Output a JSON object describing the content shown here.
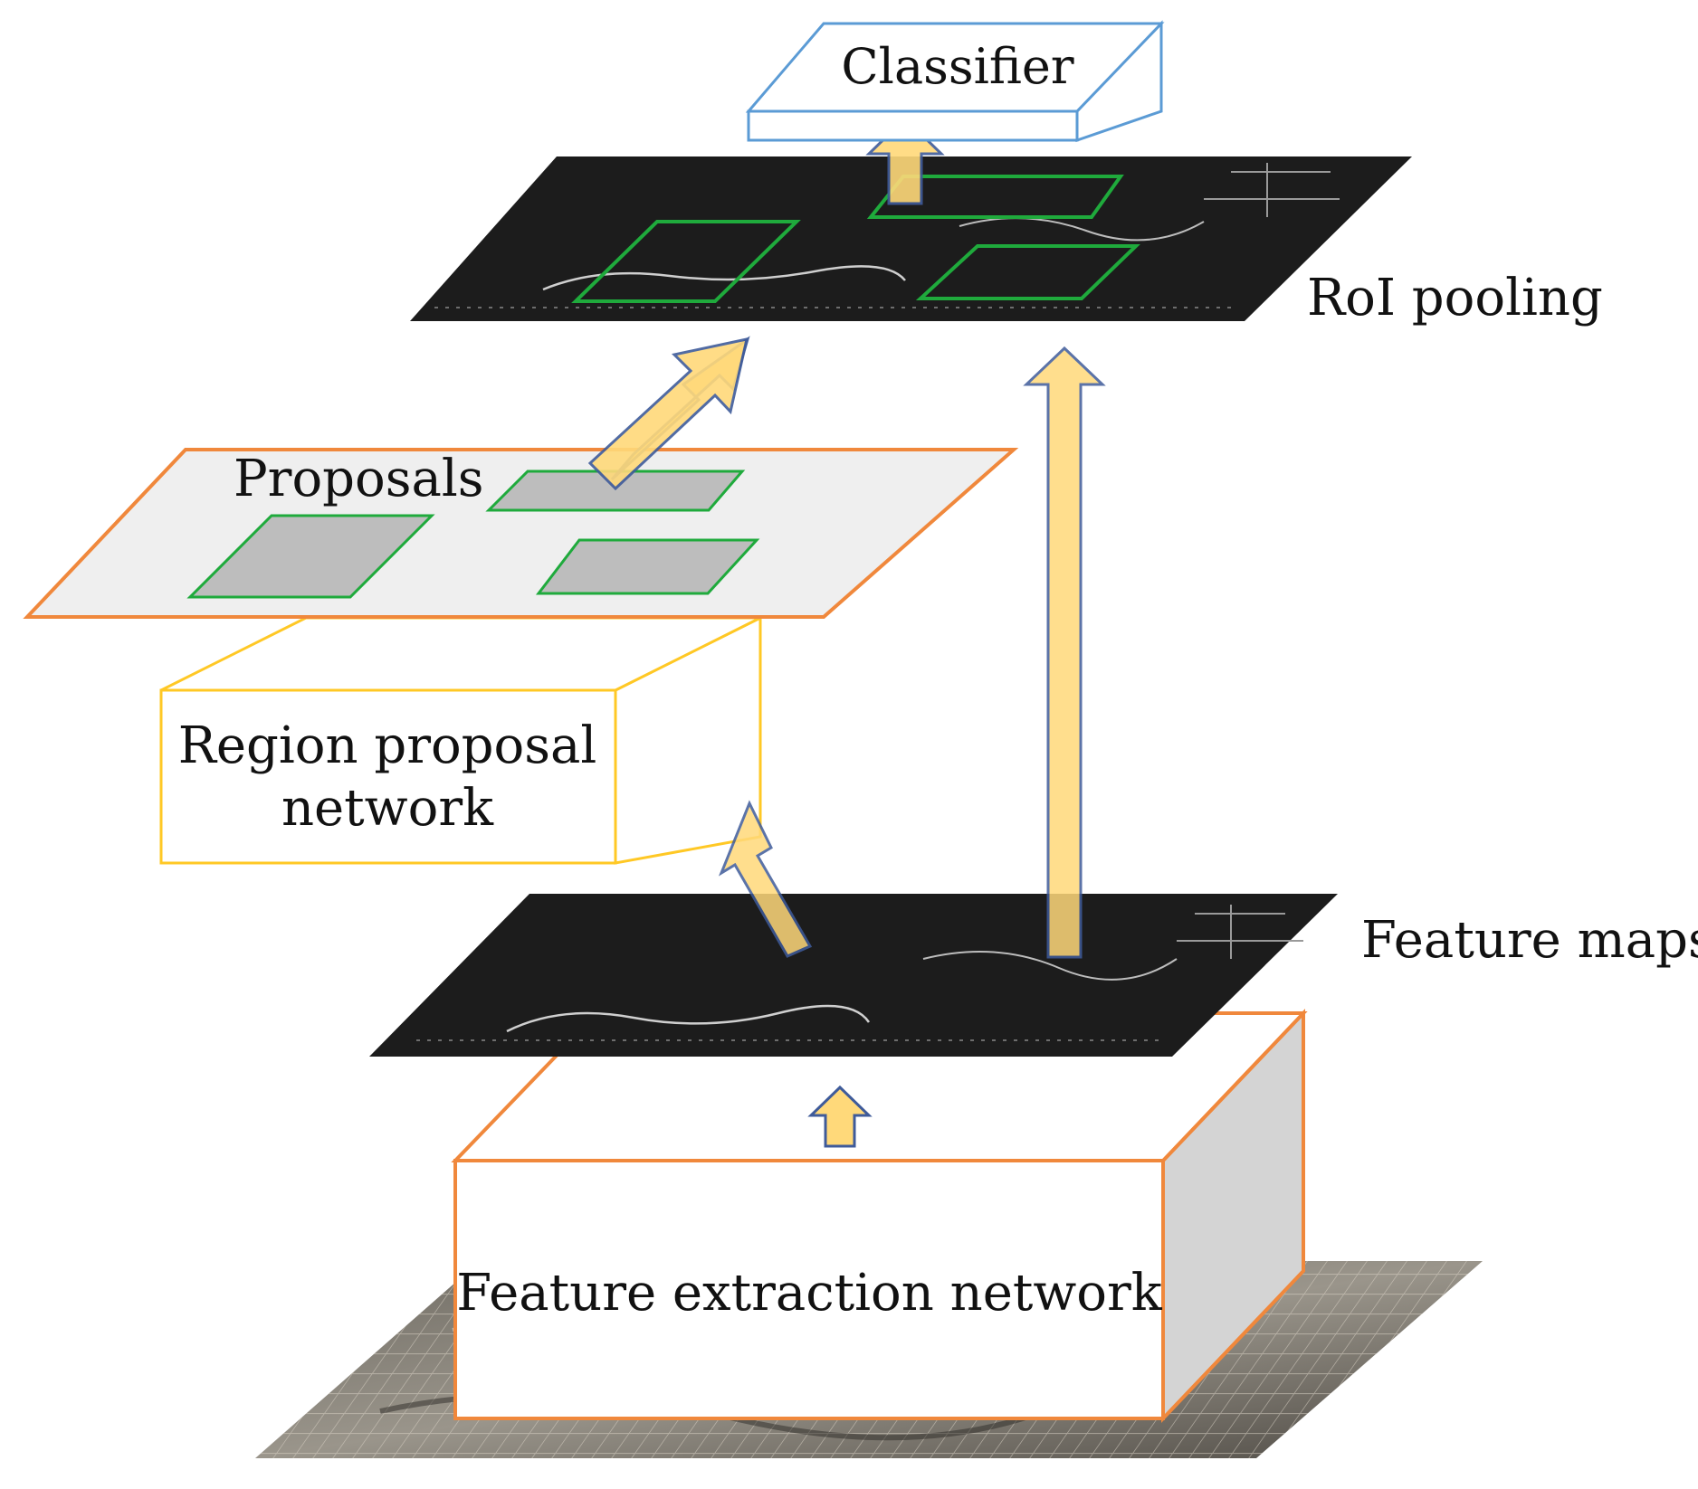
{
  "labels": {
    "classifier": "Classifier",
    "roi_pooling": "RoI pooling",
    "proposals": "Proposals",
    "rpn_line1": "Region proposal",
    "rpn_line2": "network",
    "feature_maps": "Feature maps",
    "feature_extraction": "Feature extraction network"
  },
  "colors": {
    "classifier_border": "#5b9bd5",
    "proposal_border": "#f0883c",
    "rpn_border": "#ffc825",
    "proposal_box_border": "#1faa3c",
    "proposal_box_fill": "#bdbdbd",
    "proposals_plane_fill": "#efefef",
    "feature_map_fill": "#1c1c1c",
    "arrow_fill": "#ffd97a",
    "arrow_border": "#3f5b9a",
    "extraction_border": "#f0883c",
    "extraction_side_fill": "#d4d4d4"
  }
}
